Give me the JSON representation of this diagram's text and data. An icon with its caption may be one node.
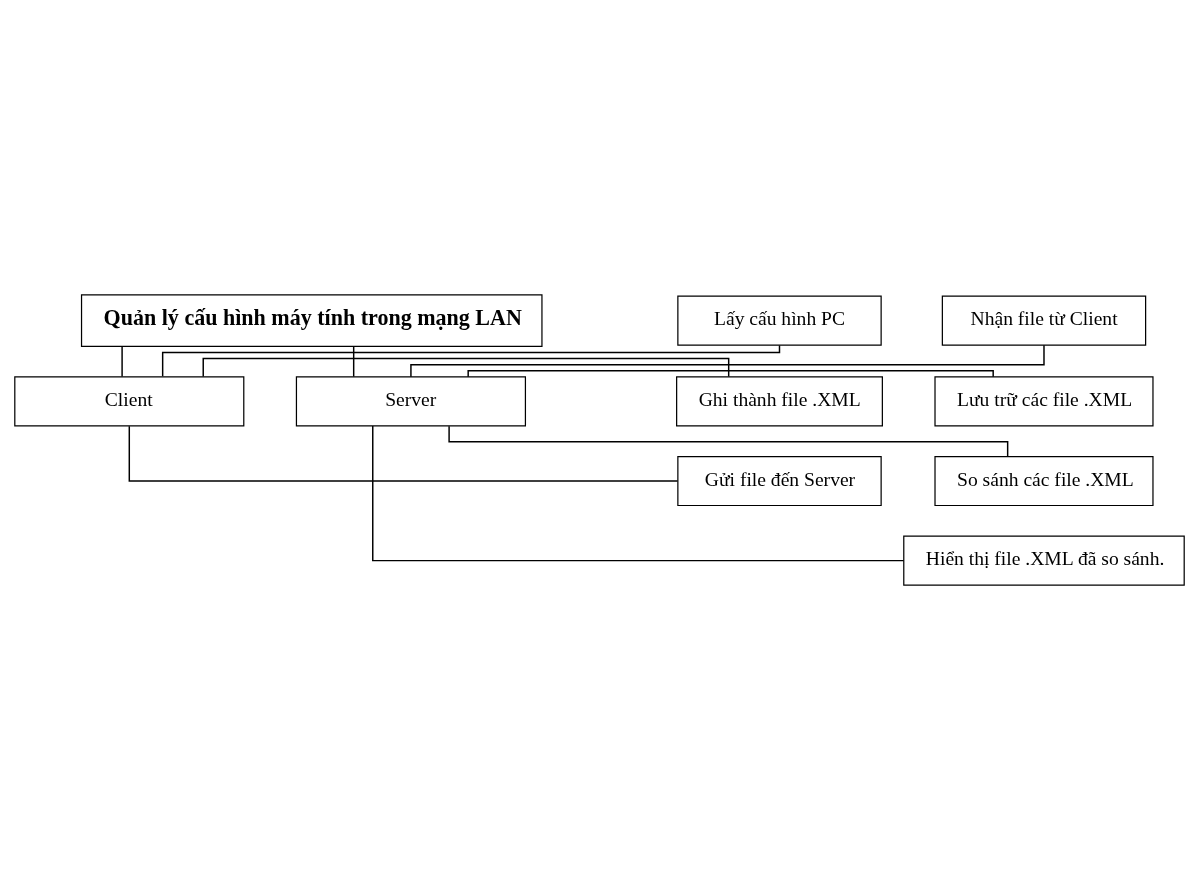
{
  "diagram": {
    "nodes": [
      {
        "text": [
          "Quản lý cấu hình máy tính trong mạng LAN"
        ]
      },
      {
        "text": [
          "Client"
        ]
      },
      {
        "text": [
          "Server"
        ]
      },
      {
        "text": [
          "Lấy cấu hình PC"
        ]
      },
      {
        "text": [
          "Ghi thành file .XML"
        ]
      },
      {
        "text": [
          "Gửi file đến Server"
        ]
      },
      {
        "text": [
          "Nhận file từ Client"
        ]
      },
      {
        "text": [
          "Lưu trữ các file .XML"
        ]
      },
      {
        "text": [
          "So sánh các file .XML"
        ]
      },
      {
        "text": [
          "Hiển thị file .XML đã so sánh."
        ]
      }
    ],
    "edges": [
      {
        "from": 0,
        "to": 1,
        "arrow": "none"
      },
      {
        "from": 0,
        "to": 2,
        "arrow": "none"
      },
      {
        "from": 1,
        "to": 3,
        "arrow": "none"
      },
      {
        "from": 1,
        "to": 4,
        "arrow": "none"
      },
      {
        "from": 1,
        "to": 5,
        "arrow": "none"
      },
      {
        "from": 2,
        "to": 6,
        "arrow": "none"
      },
      {
        "from": 2,
        "to": 7,
        "arrow": "none"
      },
      {
        "from": 2,
        "to": 8,
        "arrow": "none"
      },
      {
        "from": 2,
        "to": 9,
        "arrow": "none"
      }
    ]
  }
}
